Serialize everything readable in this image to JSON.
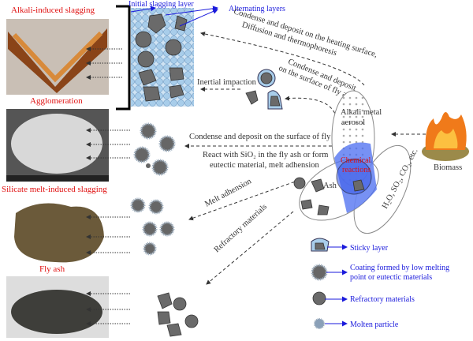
{
  "categories": {
    "alkali": "Alkali-induced slagging",
    "agglomeration": "Agglomeration",
    "silicate": "Silicate melt-induced slagging",
    "flyash": "Fly ash"
  },
  "top": {
    "initial_layer": "Initial slagging layer",
    "alternating": "Alternating layers"
  },
  "paths": {
    "condense_heating_1": "Condense and deposit on the heating surface,",
    "condense_heating_2": "Diffusion and thermophoresis",
    "inertial": "Inertial impaction",
    "condense_flyash_1": "Condense and deposit",
    "condense_flyash_2": "on the surface of fly ash",
    "condense_surface": "Condense and deposit on the surface of fly ash",
    "react_1": "React with SiO₂ in the fly ash or form",
    "react_2": "eutectic material, melt adhension",
    "melt": "Melt adhension",
    "refractory": "Refractory materials"
  },
  "source": {
    "aerosol_1": "Alkali metal",
    "aerosol_2": "aerosol",
    "chemical_1": "Chemical",
    "chemical_2": "reactions",
    "ash": "Ash",
    "gases": "H₂O, SO₂, CO₂, etc.",
    "biomass": "Biomass"
  },
  "legend": [
    {
      "label": "Sticky layer"
    },
    {
      "label": "Coating formed by low melting"
    },
    {
      "label": "point or eutectic materials"
    },
    {
      "label": "Refractory materials"
    },
    {
      "label": "Molten particle"
    }
  ],
  "colors": {
    "title_red": "#e01010",
    "legend_blue": "#1a1adc",
    "sticky": "#a8cdea",
    "reaction": "#4a6cf0"
  }
}
